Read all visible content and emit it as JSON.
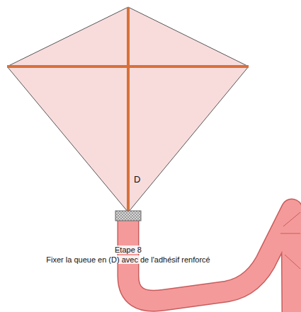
{
  "diagram": {
    "labels": [
      "D",
      "Etape 8",
      "Fixer la queue en (D) avec de l'adhésif renforcé"
    ]
  }
}
